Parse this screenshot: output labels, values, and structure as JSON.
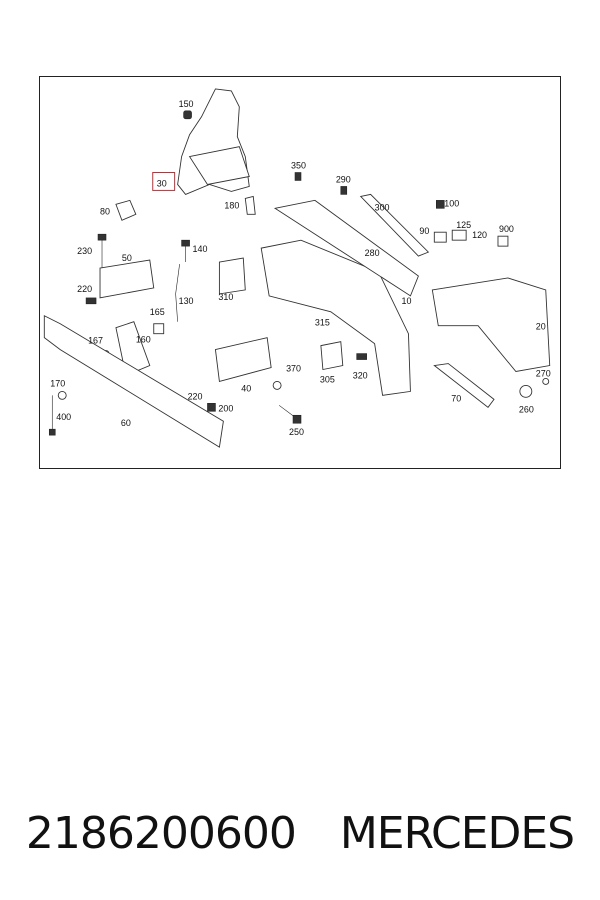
{
  "diagram": {
    "callouts": [
      "150",
      "30",
      "180",
      "350",
      "290",
      "300",
      "100",
      "80",
      "140",
      "230",
      "50",
      "125",
      "90",
      "120",
      "900",
      "280",
      "220",
      "310",
      "130",
      "10",
      "165",
      "315",
      "20",
      "167",
      "160",
      "370",
      "305",
      "320",
      "270",
      "170",
      "220",
      "200",
      "40",
      "70",
      "260",
      "400",
      "60",
      "250"
    ],
    "highlight": "#d9232a"
  },
  "caption": {
    "part_number": "2186200600",
    "brand": "MERCEDES"
  }
}
